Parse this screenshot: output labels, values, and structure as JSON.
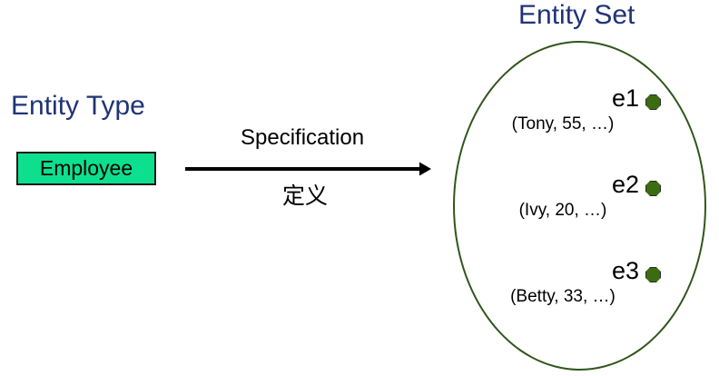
{
  "diagram": {
    "left_panel": {
      "title": "Entity Type",
      "box": {
        "label": "Employee",
        "fill_color": "#0CE08E",
        "border_color": "#1a1a1a"
      }
    },
    "arrow": {
      "label_above": "Specification",
      "label_below": "定义",
      "direction": "left-to-right",
      "color": "#000000"
    },
    "right_panel": {
      "title": "Entity Set",
      "ellipse_border_color": "#31551B",
      "entities": [
        {
          "id": "e1",
          "tuple": "(Tony, 55, …)",
          "dot_color": "#3C6B12"
        },
        {
          "id": "e2",
          "tuple": "(Ivy, 20, …)",
          "dot_color": "#3C6B12"
        },
        {
          "id": "e3",
          "tuple": "(Betty, 33, …)",
          "dot_color": "#3C6B12"
        }
      ]
    },
    "colors": {
      "title_blue": "#1F3377",
      "box_green": "#0CE08E",
      "ellipse_green": "#31551B",
      "dot_green": "#3C6B12",
      "text_black": "#000000"
    }
  }
}
